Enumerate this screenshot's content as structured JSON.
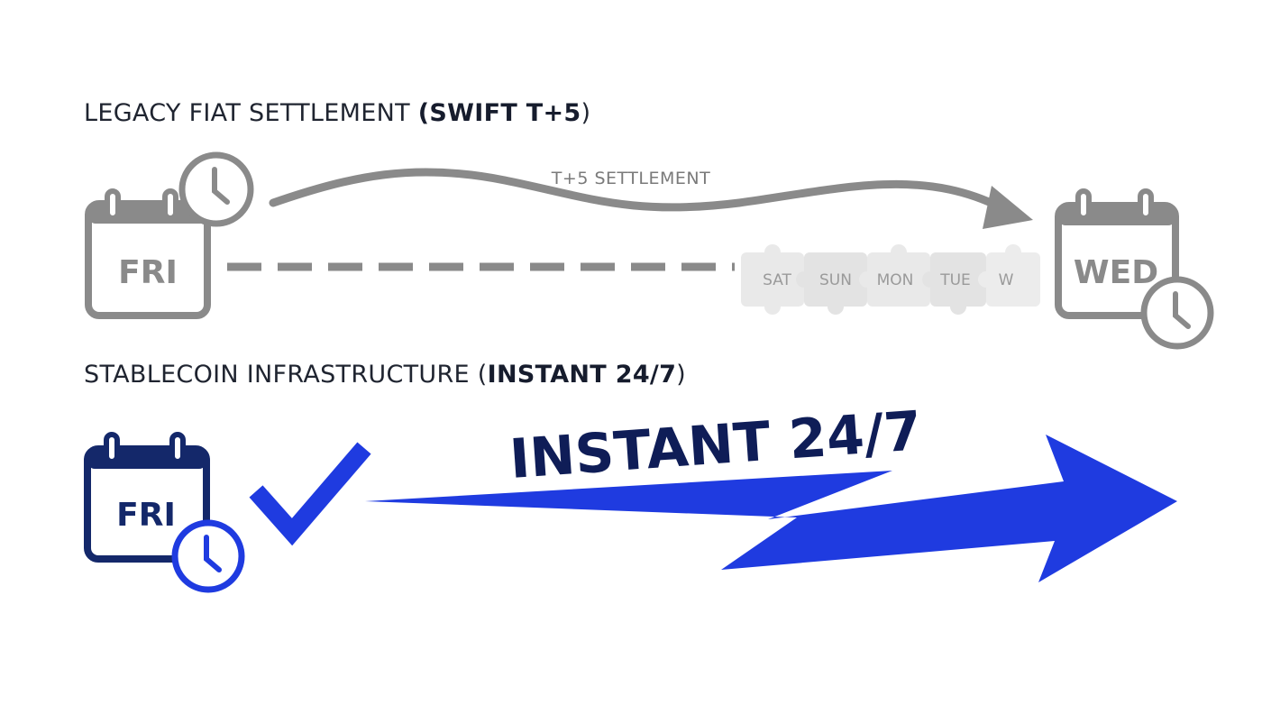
{
  "legacy": {
    "heading_prefix": "LEGACY FIAT SETTLEMENT ",
    "heading_bold": "(SWIFT T+5",
    "heading_suffix": ")",
    "start_day": "FRI",
    "arrow_label": "T+5 SETTLEMENT",
    "days": [
      "SAT",
      "SUN",
      "MON",
      "TUE",
      "W"
    ],
    "end_day": "WED",
    "color": "#8a8a8a"
  },
  "stablecoin": {
    "heading_prefix": "STABLECOIN INFRASTRUCTURE (",
    "heading_bold": "INSTANT 24/7",
    "heading_suffix": ")",
    "day": "FRI",
    "arrow_label": "INSTANT 24/7",
    "color_dark": "#14286a",
    "color_accent": "#1f3be0"
  }
}
